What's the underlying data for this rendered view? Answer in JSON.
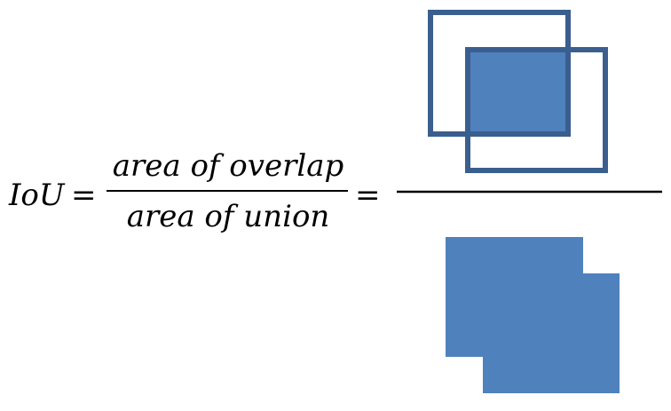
{
  "formula": {
    "lhs": "IoU",
    "equals": "=",
    "numerator": "area of overlap",
    "denominator": "area of union"
  },
  "colors": {
    "box_outline": "#3a5f8f",
    "fill": "#4f81bd",
    "fraction_line": "#000000"
  }
}
